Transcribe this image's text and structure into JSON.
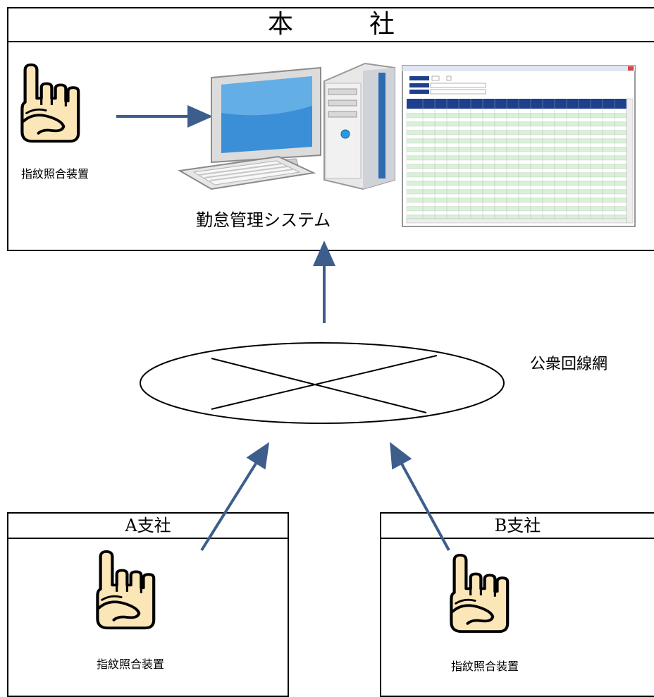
{
  "hq": {
    "title": "本　　　社",
    "system_label": "勤怠管理システム",
    "device_label": "指紋照合装置"
  },
  "network": {
    "label": "公衆回線網"
  },
  "branch_a": {
    "title": "A支社",
    "device_label": "指紋照合装置"
  },
  "branch_b": {
    "title": "B支社",
    "device_label": "指紋照合装置"
  },
  "colors": {
    "arrow": "#3d5e8c",
    "finger_fill": "#fbe6b8",
    "window_header": "#1e3f8e",
    "grid_row": "#d8f2d8"
  },
  "icons": {
    "fingerprint_device": "pointing-hand-icon",
    "computer": "desktop-computer-icon"
  }
}
